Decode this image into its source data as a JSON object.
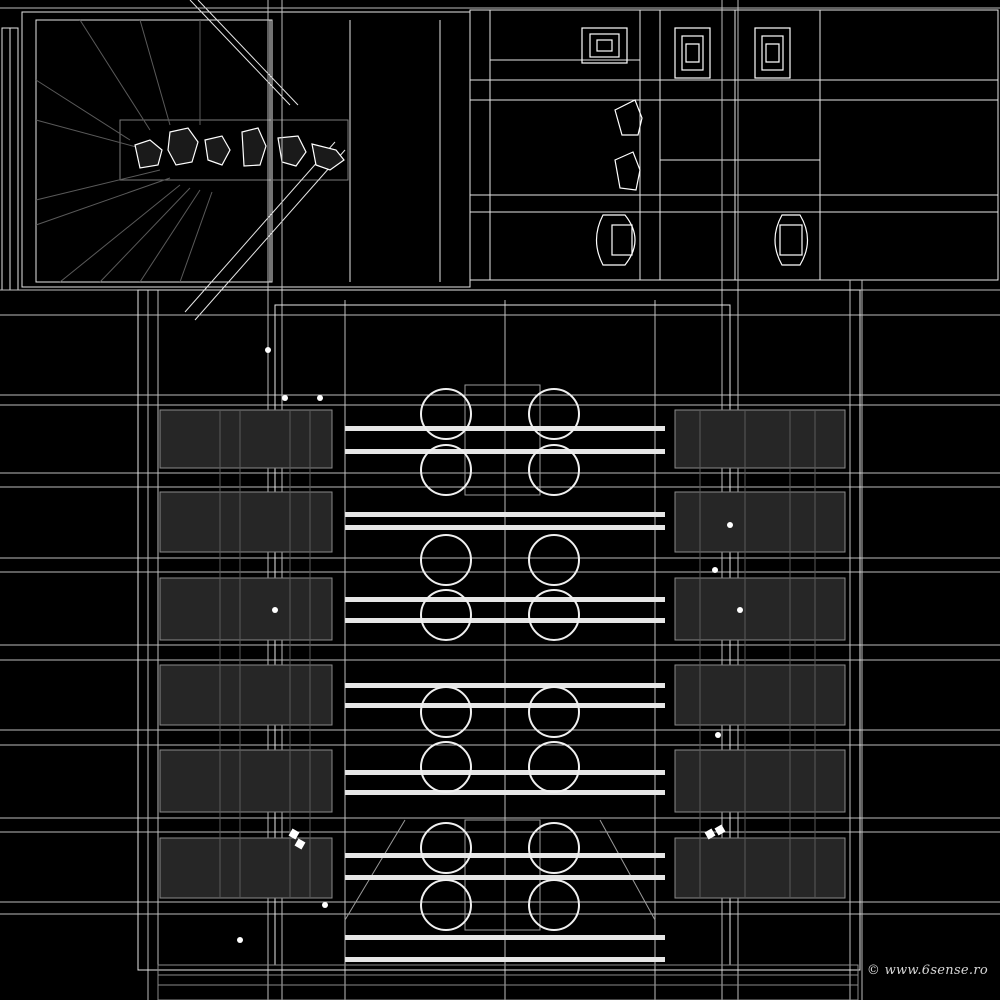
{
  "drawing": {
    "kind": "architectural wireframe floor plan",
    "background": "#000000",
    "line_color": "#e6e6e6",
    "dim_line_color": "#8a8a8a",
    "fill_color": "#262626"
  },
  "plan": {
    "table_pairs": 4,
    "circles_per_pair_column": 2,
    "side_bays_per_side": 6,
    "top_fixtures": [
      "washbasin",
      "washbasin",
      "washbasin",
      "toilet",
      "toilet",
      "toilet",
      "toilet"
    ],
    "stair_objects": 6
  },
  "watermark": {
    "text": "© www.6sense.ro"
  }
}
